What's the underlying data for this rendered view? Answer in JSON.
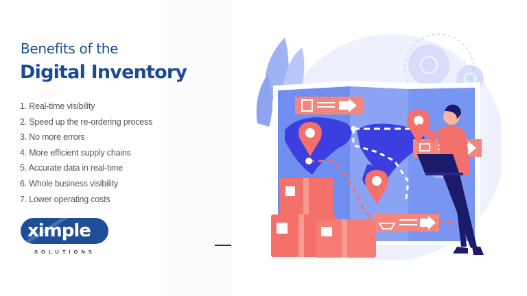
{
  "header": {
    "title_line1": "Benefits of the",
    "title_line2": "Digital Inventory"
  },
  "benefits": [
    "1. Real-time visibility",
    "2. Speed up the re-ordering process",
    "3. No more errors",
    "4. More efficient supply chains",
    "5. Accurate data in real-time",
    "6. Whole business visibility",
    "7. Lower operating costs"
  ],
  "logo": {
    "name": "ximple",
    "tagline": "SOLUTIONS"
  },
  "colors": {
    "brand_blue": "#1f4e98",
    "coral": "#f4706a",
    "map_blue": "#6f8ef0",
    "dark_navy": "#1c1a6b"
  }
}
